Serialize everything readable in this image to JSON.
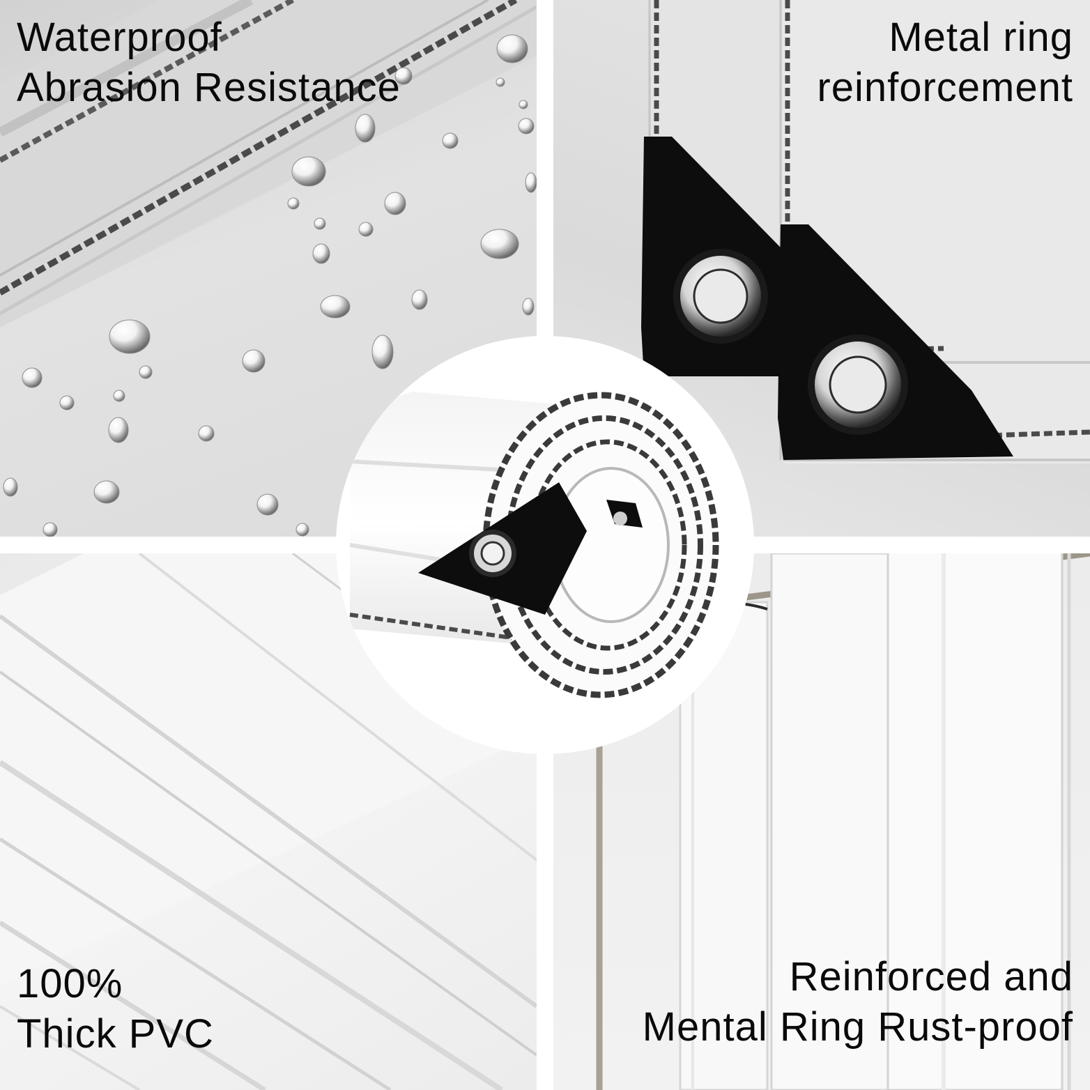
{
  "features": {
    "top_left": {
      "lines": [
        "Waterproof",
        "Abrasion Resistance"
      ]
    },
    "top_right": {
      "lines": [
        "Metal ring",
        "reinforcement"
      ]
    },
    "bottom_left": {
      "lines": [
        "100%",
        "Thick PVC"
      ]
    },
    "bottom_right": {
      "lines": [
        "Reinforced and",
        "Mental Ring Rust-proof"
      ]
    }
  },
  "images": {
    "top_left": "water-droplets-on-clear-pvc-image",
    "top_right": "black-corner-grommet-image",
    "bottom_left": "thick-clear-pvc-sheet-image",
    "bottom_right": "clear-curtain-on-metal-rod-image",
    "center": "rolled-clear-tarp-image"
  },
  "colors": {
    "text": "#0a0a0a",
    "divider": "#ffffff",
    "grommet": "#0d0d0d",
    "background": "#ffffff"
  }
}
